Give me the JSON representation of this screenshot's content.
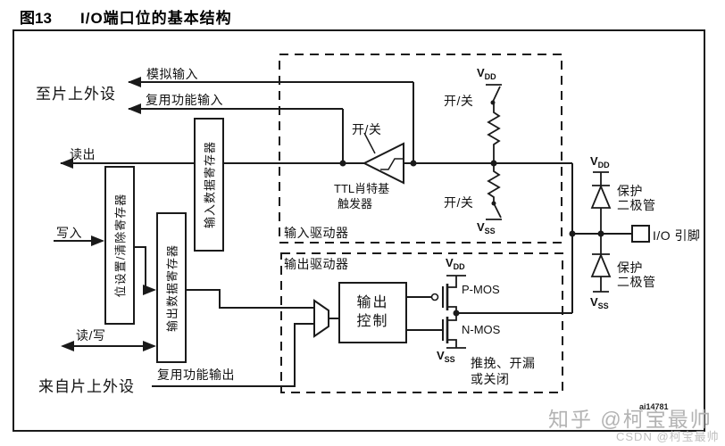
{
  "title": {
    "figure_label": "图13",
    "figure_title": "I/O端口位的基本结构"
  },
  "labels": {
    "to_on_chip_peripheral": "至片上外设",
    "analog_input": "模拟输入",
    "alternate_function_input": "复用功能输入",
    "read": "读出",
    "write": "写入",
    "read_write": "读/写",
    "from_on_chip_peripheral": "来自片上外设",
    "alternate_function_output": "复用功能输出"
  },
  "registers": {
    "bit_set_clear": "位设置/清除寄存器",
    "output_data": "输出数据寄存器",
    "input_data": "输入数据寄存器"
  },
  "input_driver": {
    "label": "输入驱动器",
    "schmitt_on_off": "开/关",
    "pullup_on_off": "开/关",
    "pulldown_on_off": "开/关",
    "schmitt_name_line1": "TTL肖特基",
    "schmitt_name_line2": "触发器"
  },
  "output_driver": {
    "label": "输出驱动器",
    "control_line1": "输出",
    "control_line2": "控制",
    "pmos": "P-MOS",
    "nmos": "N-MOS",
    "mode_line1": "推挽、开漏",
    "mode_line2": "或关闭"
  },
  "pin_section": {
    "upper_diode_line1": "保护",
    "upper_diode_line2": "二极管",
    "lower_diode_line1": "保护",
    "lower_diode_line2": "二极管",
    "io_pin": "I/O 引脚"
  },
  "symbols": {
    "v": "V",
    "dd": "DD",
    "ss": "SS"
  },
  "watermarks": {
    "figure_id": "ai14781",
    "zhihu": "知乎 @柯宝最帅",
    "csdn": "CSDN @柯宝最帅"
  },
  "colors": {
    "line": "#1a1a1a",
    "watermark_zhihu": "#b3b3b3",
    "watermark_csdn": "#c0c0c0",
    "background": "#ffffff"
  }
}
